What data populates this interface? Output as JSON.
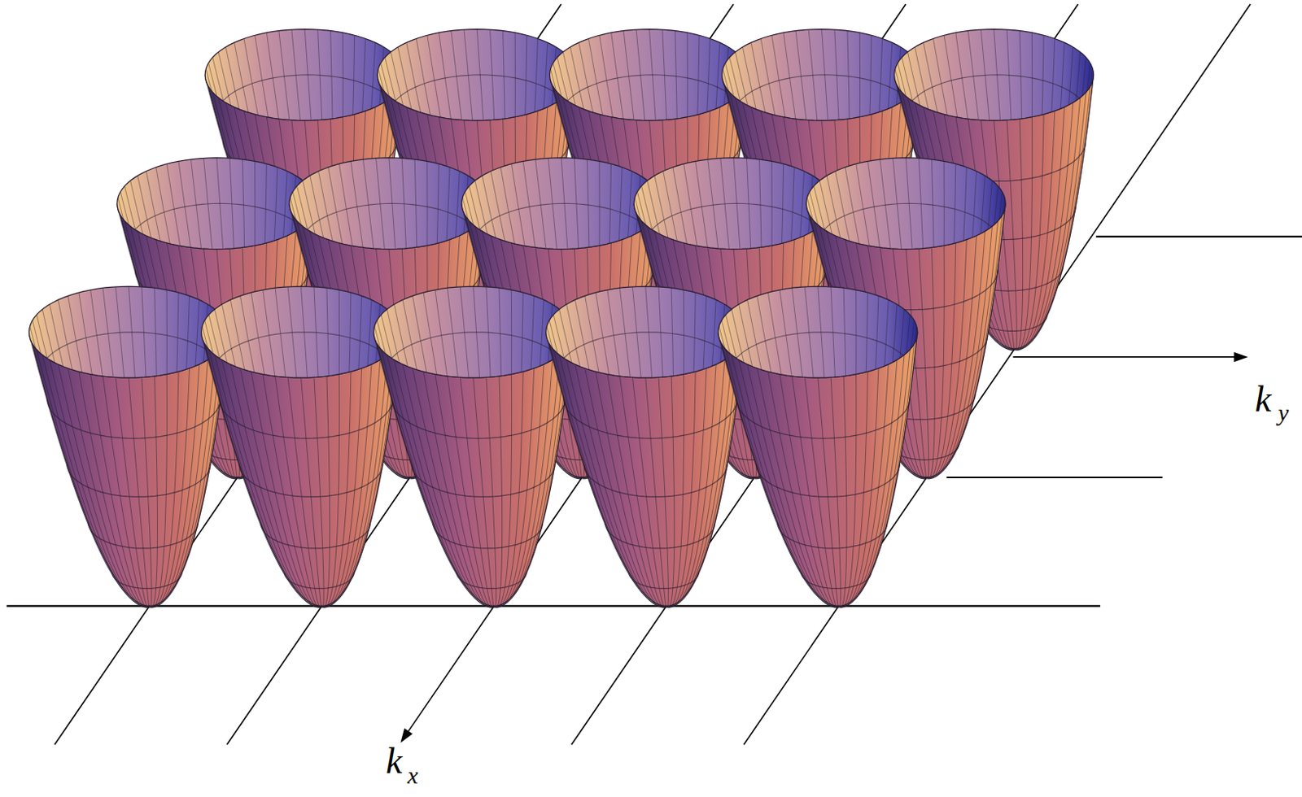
{
  "diagram": {
    "labels": [
      "k",
      "y",
      "k",
      "x"
    ]
  }
}
